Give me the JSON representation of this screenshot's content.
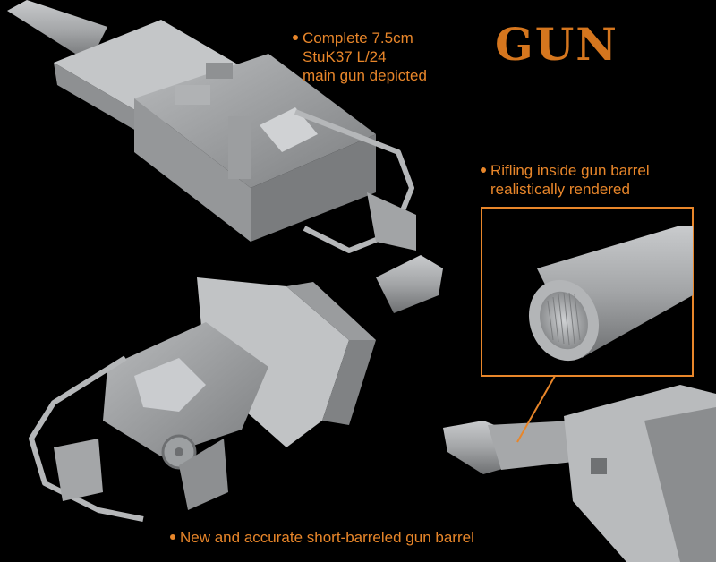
{
  "title": "GUN",
  "captions": {
    "complete": [
      "Complete 7.5cm",
      "StuK37 L/24",
      "main gun depicted"
    ],
    "rifling": [
      "Rifling inside gun barrel",
      "realistically rendered"
    ],
    "barrel": "New and accurate short-barreled gun barrel"
  },
  "colors": {
    "accent": "#e8862a",
    "background": "#000000",
    "model": "#a7a9ab"
  }
}
